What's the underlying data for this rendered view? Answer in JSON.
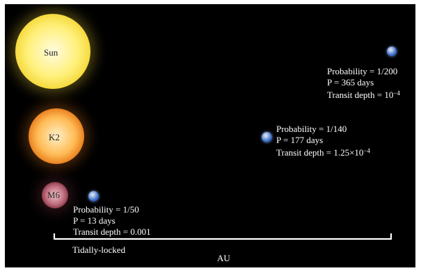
{
  "stars": [
    {
      "label": "Sun",
      "core": "#fffbe0",
      "mid": "#fff07a",
      "edge": "#f5d83a"
    },
    {
      "label": "K2",
      "core": "#fff0c8",
      "mid": "#ffbb55",
      "edge": "#e87e1e"
    },
    {
      "label": "M6",
      "core": "#f0c0c8",
      "mid": "#c07080",
      "edge": "#8a3a48"
    }
  ],
  "planets": [
    {
      "name": "far",
      "probability": "Probability = 1/200",
      "period": "P = 365 days",
      "depth_prefix": "Transit depth = 10",
      "depth_exp": "−4"
    },
    {
      "name": "middle",
      "probability": "Probability = 1/140",
      "period": "P = 177 days",
      "depth_prefix": "Transit depth = 1.25×10",
      "depth_exp": "−4"
    },
    {
      "name": "near",
      "probability": "Probability = 1/50",
      "period": "P = 13 days",
      "depth_prefix": "Transit depth = 0.001",
      "depth_exp": ""
    }
  ],
  "bracket": {
    "left_label": "Tidally-locked",
    "scale_label": "AU"
  },
  "colors": {
    "background": "#000000",
    "text": "#ffffff",
    "earth_ocean": "#3a6cc8",
    "earth_land": "#e8eef8"
  }
}
